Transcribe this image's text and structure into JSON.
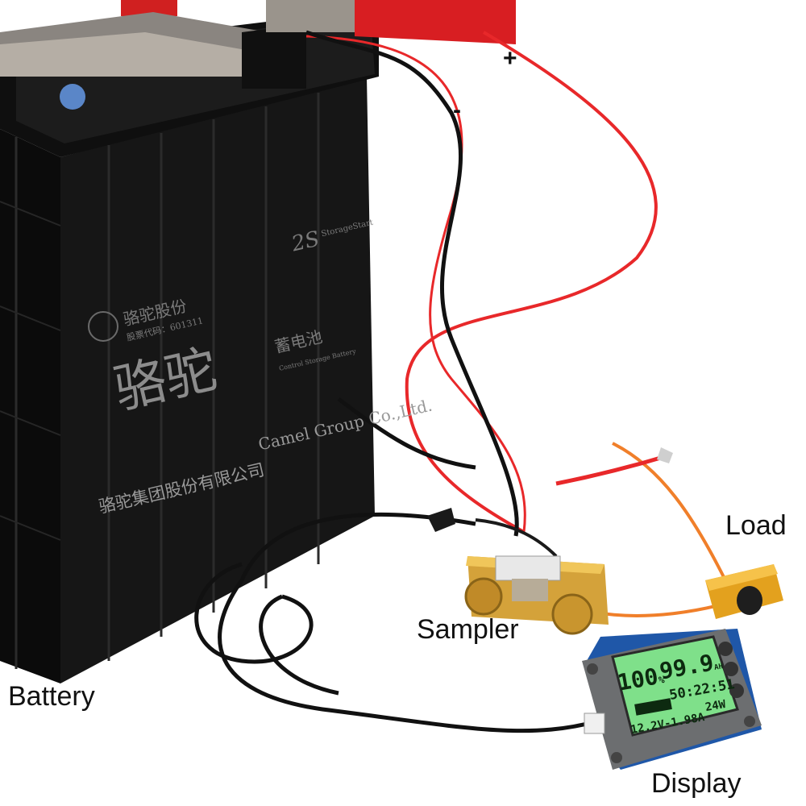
{
  "labels": {
    "battery": "Battery",
    "sampler": "Sampler",
    "load": "Load",
    "display": "Display",
    "plus": "+",
    "minus": "-"
  },
  "battery_print": {
    "brand_big": "骆驼",
    "brand_small": "骆驼股份",
    "stock_code": "股票代码：601311",
    "storage": "蓄电池",
    "storage_en": "Control Storage Battery",
    "model": "2S",
    "model_sub": "StorageStart",
    "company_cn": "骆驼集团股份有限公司",
    "company_en": "Camel Group Co.,Ltd."
  },
  "display_readout": {
    "percent": "100",
    "percent_unit": "%",
    "capacity": "99.9",
    "capacity_unit": "AH",
    "time": "50:22:51",
    "voltage_current": "12.2V-1.98A",
    "power": "24W"
  },
  "colors": {
    "battery_body": "#151515",
    "red_wire": "#e8282a",
    "black_wire": "#111111",
    "lcd_green": "#7fe08a",
    "brass": "#d4a23a",
    "load_resistor": "#e3a11e"
  }
}
